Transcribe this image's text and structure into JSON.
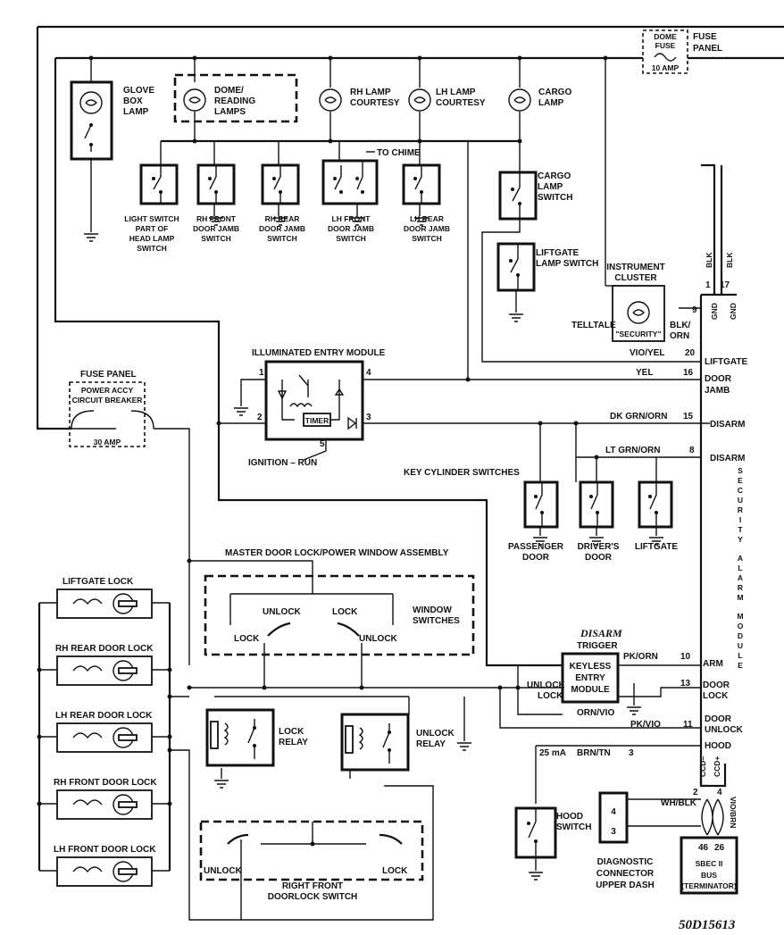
{
  "labels": {
    "glove_box_lamp": [
      "GLOVE",
      "BOX",
      "LAMP"
    ],
    "dome_reading_lamps": [
      "DOME/",
      "READING",
      "LAMPS"
    ],
    "rh_lamp_courtesy": [
      "RH LAMP",
      "COURTESY"
    ],
    "lh_lamp_courtesy": [
      "LH LAMP",
      "COURTESY"
    ],
    "cargo_lamp": [
      "CARGO",
      "LAMP"
    ],
    "dome_fuse": [
      "DOME",
      "FUSE"
    ],
    "fuse_panel_top": [
      "FUSE",
      "PANEL"
    ],
    "amp_10": "10 AMP",
    "to_chime": "TO CHIME",
    "light_switch": [
      "LIGHT SWITCH",
      "PART OF",
      "HEAD LAMP",
      "SWITCH"
    ],
    "rh_front_jamb": [
      "RH FRONT",
      "DOOR JAMB",
      "SWITCH"
    ],
    "rh_rear_jamb": [
      "RH REAR",
      "DOOR JAMB",
      "SWITCH"
    ],
    "lh_front_jamb": [
      "LH FRONT",
      "DOOR JAMB",
      "SWITCH"
    ],
    "lh_rear_jamb": [
      "LH REAR",
      "DOOR JAMB",
      "SWITCH"
    ],
    "cargo_lamp_switch": [
      "CARGO",
      "LAMP",
      "SWITCH"
    ],
    "liftgate_lamp_switch": [
      "LIFTGATE",
      "LAMP SWITCH"
    ],
    "instrument_cluster": [
      "INSTRUMENT",
      "CLUSTER"
    ],
    "telltale": "TELLTALE",
    "security": "\"SECURITY\"",
    "blk_orn": [
      "BLK/",
      "ORN"
    ],
    "blk_a": "BLK",
    "blk_b": "BLK",
    "gnd_a": "GND",
    "gnd_b": "GND",
    "vio_yel": "VIO/YEL",
    "yel": "YEL",
    "dk_grn_orn": "DK GRN/ORN",
    "lt_grn_orn": "LT GRN/ORN",
    "liftgate_term": "LIFTGATE",
    "door_jamb_term": [
      "DOOR",
      "JAMB"
    ],
    "disarm_a": "DISARM",
    "disarm_b": "DISARM",
    "illuminated_entry_module": "ILLUMINATED ENTRY MODULE",
    "timer": "TIMER",
    "ignition_run": "IGNITION – RUN",
    "fuse_panel_left": "FUSE PANEL",
    "power_accy": [
      "POWER ACCY",
      "CIRCUIT BREAKER"
    ],
    "amp_30": "30 AMP",
    "key_cylinder_switches": "KEY CYLINDER SWITCHES",
    "passenger_door": [
      "PASSENGER",
      "DOOR"
    ],
    "drivers_door": [
      "DRIVER'S",
      "DOOR"
    ],
    "liftgate_sw": "LIFTGATE",
    "security_alarm_module": [
      "S",
      "E",
      "C",
      "U",
      "R",
      "I",
      "T",
      "Y",
      "",
      "A",
      "L",
      "A",
      "R",
      "M",
      "",
      "M",
      "O",
      "D",
      "U",
      "L",
      "E"
    ],
    "master_door_lock": "MASTER DOOR LOCK/POWER WINDOW ASSEMBLY",
    "unlock_top": "UNLOCK",
    "lock_top": "LOCK",
    "lock_left": "LOCK",
    "unlock_right": "UNLOCK",
    "window_switches": [
      "WINDOW",
      "SWITCHES"
    ],
    "liftgate_lock": "LIFTGATE LOCK",
    "rh_rear_door_lock": "RH REAR DOOR LOCK",
    "lh_rear_door_lock": "LH REAR DOOR LOCK",
    "rh_front_door_lock": "RH FRONT DOOR LOCK",
    "lh_front_door_lock": "LH FRONT DOOR LOCK",
    "lock_relay": [
      "LOCK",
      "RELAY"
    ],
    "unlock_relay": [
      "UNLOCK",
      "RELAY"
    ],
    "disarm_trigger": [
      "DISARM",
      "TRIGGER"
    ],
    "keyless_entry_module": [
      "KEYLESS",
      "ENTRY",
      "MODULE"
    ],
    "pk_orn": "PK/ORN",
    "arm": "ARM",
    "unlock_kem": "UNLOCK",
    "lock_kem": "LOCK",
    "orn_vio": "ORN/VIO",
    "pk_vio": "PK/VIO",
    "door_lock_term": [
      "DOOR",
      "LOCK"
    ],
    "door_unlock_term": [
      "DOOR",
      "UNLOCK"
    ],
    "hood_term": "HOOD",
    "ma_25": "25 mA",
    "brn_tn": "BRN/TN",
    "ccd_minus": "CCD–",
    "ccd_plus": "CCD+",
    "wh_blk": "WH/BLK",
    "vio_brn": "VIO/BRN",
    "hood_switch": [
      "HOOD",
      "SWITCH"
    ],
    "diagnostic_connector": [
      "DIAGNOSTIC",
      "CONNECTOR",
      "UPPER DASH"
    ],
    "sbec": [
      "SBEC II",
      "BUS",
      "(TERMINATOR)"
    ],
    "unlock_bottom": "UNLOCK",
    "lock_bottom": "LOCK",
    "right_front_switch": [
      "RIGHT FRONT",
      "DOORLOCK SWITCH"
    ],
    "figure_id": "50D15613"
  },
  "pins": {
    "p1": "1",
    "p2": "2",
    "p3": "3",
    "p4": "4",
    "p5": "5",
    "p9": "9",
    "p20": "20",
    "p16": "16",
    "p15": "15",
    "p8": "8",
    "p10": "10",
    "p13": "13",
    "p11": "11",
    "p3b": "3",
    "p1b": "1",
    "p17": "17",
    "p2b": "2",
    "p4b": "4",
    "dc4": "4",
    "dc3": "3",
    "p46": "46",
    "p26": "26"
  }
}
